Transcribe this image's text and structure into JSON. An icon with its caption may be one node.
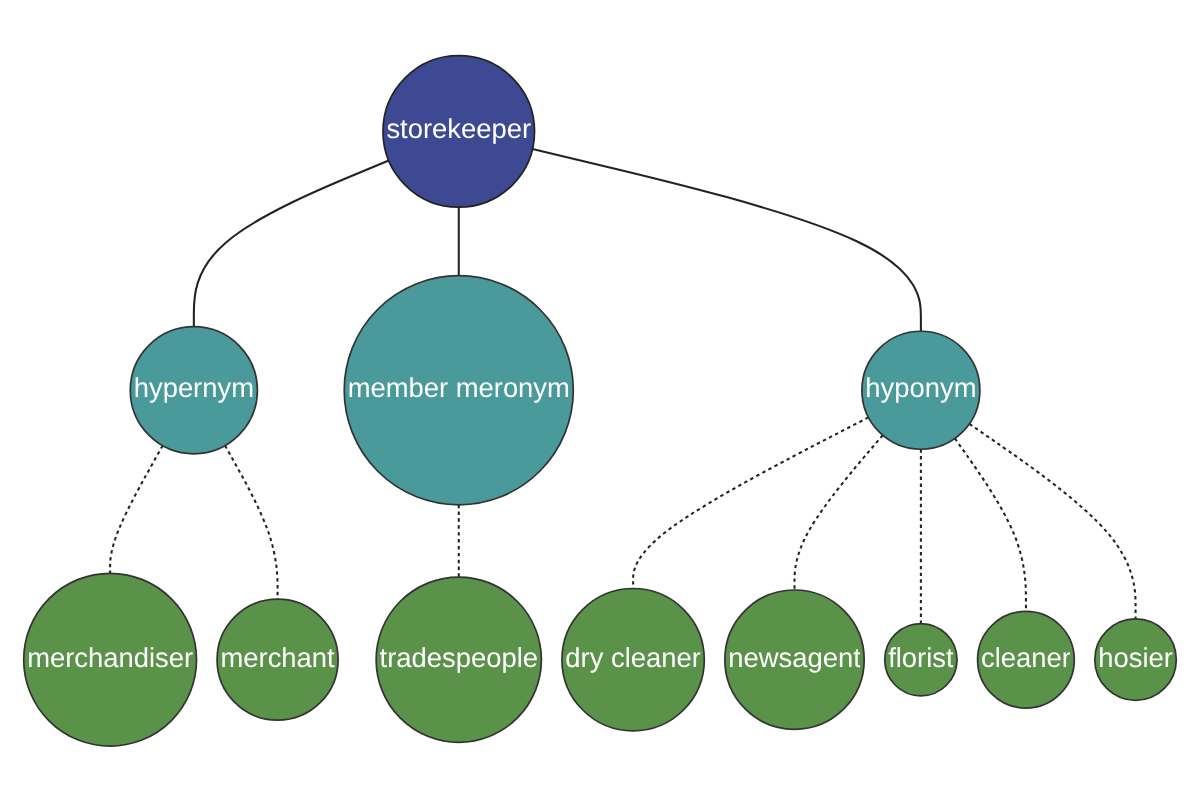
{
  "diagram": {
    "nodes": [
      {
        "text": [
          "storekeeper"
        ]
      },
      {
        "text": [
          "merchandiser"
        ]
      },
      {
        "text": [
          "merchant"
        ]
      },
      {
        "text": [
          "hypernym"
        ]
      },
      {
        "text": [
          "member meronym"
        ]
      },
      {
        "text": [
          "tradespeople"
        ]
      },
      {
        "text": [
          "dry cleaner"
        ]
      },
      {
        "text": [
          "newsagent"
        ]
      },
      {
        "text": [
          "hyponym"
        ]
      },
      {
        "text": [
          "florist"
        ]
      },
      {
        "text": [
          "hosier"
        ]
      },
      {
        "text": [
          "cleaner"
        ]
      }
    ],
    "edges": [
      {
        "from": 0,
        "to": 3,
        "arrow": "none"
      },
      {
        "from": 0,
        "to": 4,
        "arrow": "none"
      },
      {
        "from": 0,
        "to": 8,
        "arrow": "none"
      },
      {
        "from": 3,
        "to": 1,
        "arrow": "none",
        "style": "dashed"
      },
      {
        "from": 3,
        "to": 2,
        "arrow": "none",
        "style": "dashed"
      },
      {
        "from": 4,
        "to": 5,
        "arrow": "none",
        "style": "dashed"
      },
      {
        "from": 8,
        "to": 6,
        "arrow": "none",
        "style": "dashed"
      },
      {
        "from": 8,
        "to": 7,
        "arrow": "none",
        "style": "dashed"
      },
      {
        "from": 8,
        "to": 9,
        "arrow": "none",
        "style": "dashed"
      },
      {
        "from": 8,
        "to": 11,
        "arrow": "none",
        "style": "dashed"
      },
      {
        "from": 8,
        "to": 10,
        "arrow": "none",
        "style": "dashed"
      }
    ]
  }
}
